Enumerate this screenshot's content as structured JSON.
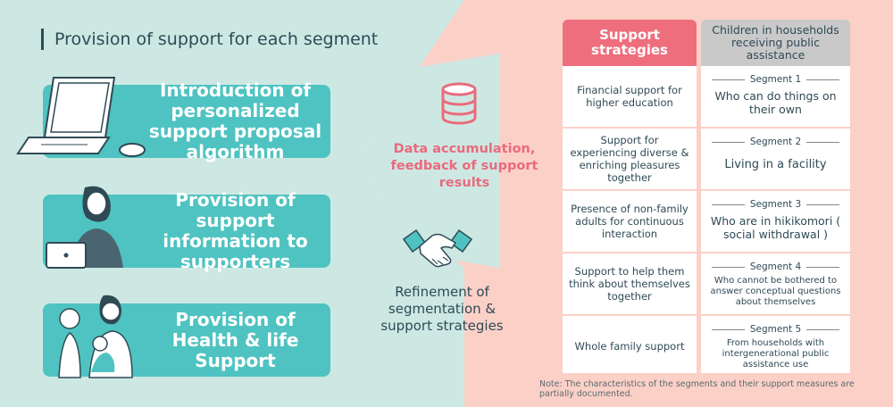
{
  "title": "Provision of support for each segment",
  "left_panels": [
    {
      "label": "Introduction of personalized support proposal algorithm"
    },
    {
      "label": "Provision of support information to supporters"
    },
    {
      "label": "Provision of Health & life Support"
    }
  ],
  "center": {
    "data_label": "Data accumulation, feedback of support results",
    "refine_label": "Refinement of segmentation & support strategies",
    "database_icon": "database-icon",
    "handshake_icon": "handshake-icon"
  },
  "table": {
    "header_left": "Support strategies",
    "header_right": "Children in households receiving public assistance",
    "rows": [
      {
        "strategy": "Financial support for higher education",
        "segment": "Segment 1",
        "description": "Who can do things on their own"
      },
      {
        "strategy": "Support for experiencing diverse & enriching pleasures together",
        "segment": "Segment 2",
        "description": "Living in a facility"
      },
      {
        "strategy": "Presence of non-family adults for continuous interaction",
        "segment": "Segment 3",
        "description": "Who are in hikikomori ( social withdrawal )"
      },
      {
        "strategy": "Support to help them think about themselves together",
        "segment": "Segment 4",
        "description": "Who cannot be bothered to answer conceptual questions about themselves"
      },
      {
        "strategy": "Whole family support",
        "segment": "Segment 5",
        "description": "From households with intergenerational public assistance use"
      }
    ]
  },
  "note": "Note: The characteristics of the segments and their support measures are partially documented.",
  "colors": {
    "teal": "#4fc3c1",
    "pink": "#ef6e7d",
    "mint_bg": "#cde8e3",
    "peach_bg": "#fbd0c7"
  }
}
